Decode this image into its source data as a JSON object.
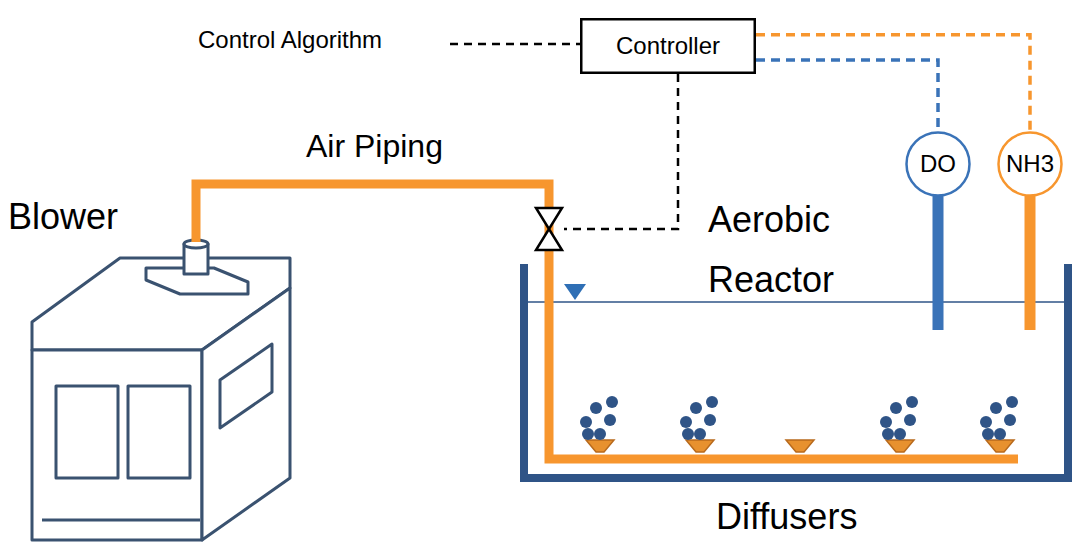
{
  "diagram": {
    "nodes": [
      {
        "text": [
          "Controller"
        ]
      },
      {
        "text": [
          "DO"
        ]
      },
      {
        "text": [
          "NH3"
        ]
      }
    ],
    "edges": [
      {
        "from": 0,
        "to": 1,
        "arrow": "none"
      },
      {
        "from": 0,
        "to": 2,
        "arrow": "none"
      }
    ],
    "labels": [
      "Control Algorithm",
      "Air Piping",
      "Blower",
      "Aerobic Reactor",
      "Diffusers"
    ]
  }
}
